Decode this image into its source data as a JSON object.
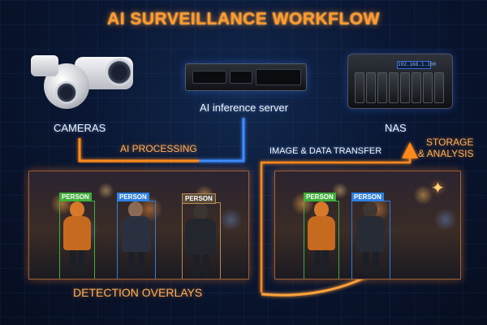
{
  "title": "AI SURVEILLANCE WORKFLOW",
  "nodes": {
    "cameras": "CAMERAS",
    "server": "AI inference server",
    "nas": "NAS",
    "nas_display": "192.168.1.100"
  },
  "flows": {
    "ai_processing": "AI PROCESSING",
    "transfer": "IMAGE & DATA TRANSFER",
    "storage": "STORAGE\n& ANALYSIS"
  },
  "panels": {
    "caption": "DETECTION OVERLAYS",
    "left_tags": [
      "PERSON",
      "PERSON",
      "PERSON"
    ],
    "right_tags": [
      "PERSON",
      "PERSON"
    ]
  },
  "colors": {
    "title": "#ff9a2e",
    "flow_blue": "#3d8bff",
    "flow_orange": "#ff8a1f",
    "tag_green": "#3fae3a",
    "tag_blue": "#2f7fe0",
    "tag_dark": "#5a4a3a"
  }
}
